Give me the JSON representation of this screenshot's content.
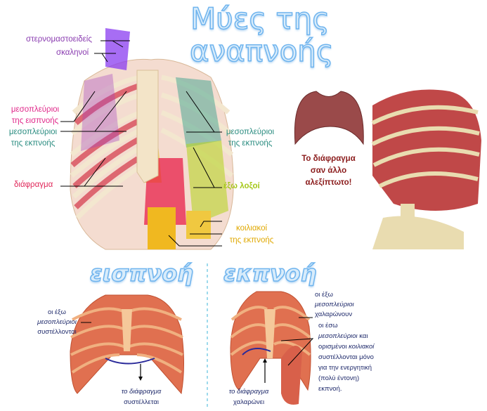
{
  "title": {
    "line1": "Μύες της",
    "line2": "αναπνοής"
  },
  "main_labels": {
    "sternomastoid": "στερνομαστοειδείς",
    "scalene": "σκαληνοί",
    "intercostal_insp_1": "μεσοπλεύριοι",
    "intercostal_insp_2": "της εισπνοής",
    "intercostal_exp_left_1": "μεσοπλεύριοι",
    "intercostal_exp_left_2": "της εκπνοής",
    "diaphragm": "διάφραγμα",
    "intercostal_exp_right_1": "μεσοπλεύριοι",
    "intercostal_exp_right_2": "της εκπνοής",
    "external_oblique": "έξω λοξοί",
    "abdominal_1": "κοιλιακοί",
    "abdominal_2": "της εκπνοής"
  },
  "parachute_caption": [
    "Το διάφραγμα",
    "σαν άλλο",
    "αλεξίπτωτο!"
  ],
  "inhalation": {
    "heading": "εισπνοή",
    "label_ext_1": "οι έξω",
    "label_ext_2": "μεσοπλεύριοι",
    "label_ext_3": "συστέλλονται",
    "diaphragm_1": "το διάφραγμα",
    "diaphragm_2": "συστέλλεται"
  },
  "exhalation": {
    "heading": "εκπνοή",
    "label_ext_1": "οι έξω",
    "label_ext_2": "μεσοπλεύριοι",
    "label_ext_3": "χαλαρώνουν",
    "label_int_1": "οι έσω",
    "label_int_2a": "μεσοπλεύριοι",
    "label_int_2b": " και",
    "label_int_3a": "ορισμένοι ",
    "label_int_3b": "κοιλιακοί",
    "label_int_4": "συστέλλονται μόνο",
    "label_int_5": "για την ενεργητική",
    "label_int_6": "(πολύ έντονη)",
    "label_int_7": "εκπνοή.",
    "diaphragm_1": "το διάφραγμα",
    "diaphragm_2": "χαλαρώνει"
  },
  "colors": {
    "purple": "#8a3cb0",
    "magenta": "#e0288a",
    "teal": "#2a8c80",
    "lime": "#a6c81a",
    "gold": "#e0a800",
    "navy": "#1f2a6b",
    "maroon": "#8b1c1c"
  }
}
